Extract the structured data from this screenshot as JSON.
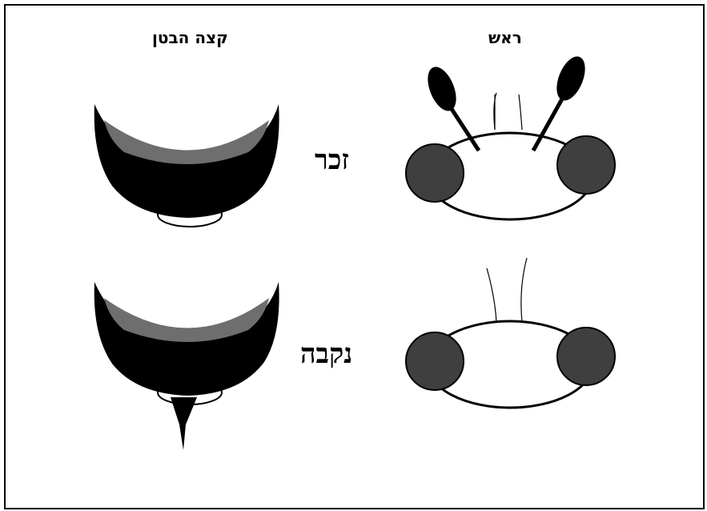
{
  "headers": {
    "abdomen_tip": "קצה הבטן",
    "head": "ראש"
  },
  "rows": {
    "male_label": "זכר",
    "female_label": "נקבה"
  },
  "colors": {
    "outline": "#000000",
    "eye_fill": "#3f3f3f",
    "abdomen_fill": "#000000",
    "abdomen_band": "#6e6e6e",
    "background": "#ffffff"
  }
}
